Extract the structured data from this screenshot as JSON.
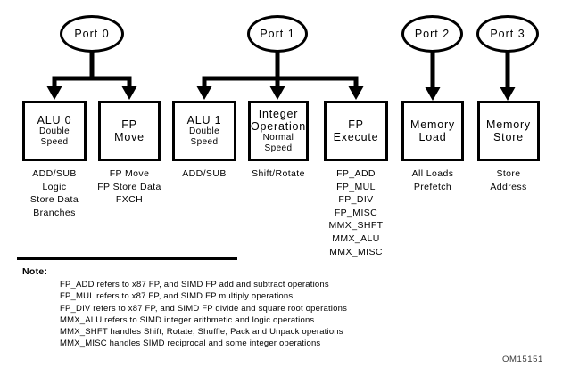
{
  "figure": {
    "colors": {
      "ink": "#000000",
      "background": "#ffffff"
    },
    "ports": [
      {
        "label": "Port 0"
      },
      {
        "label": "Port 1"
      },
      {
        "label": "Port 2"
      },
      {
        "label": "Port 3"
      }
    ],
    "units": [
      {
        "title": "ALU 0",
        "subtitle": "Double\nSpeed",
        "ops": [
          "ADD/SUB",
          "Logic",
          "Store Data",
          "Branches"
        ]
      },
      {
        "title": "FP\nMove",
        "ops": [
          "FP Move",
          "FP Store Data",
          "FXCH"
        ]
      },
      {
        "title": "ALU 1",
        "subtitle": "Double\nSpeed",
        "ops": [
          "ADD/SUB"
        ]
      },
      {
        "title": "Integer\nOperation",
        "subtitle": "Normal\nSpeed",
        "ops": [
          "Shift/Rotate"
        ]
      },
      {
        "title": "FP\nExecute",
        "ops": [
          "FP_ADD",
          "FP_MUL",
          "FP_DIV",
          "FP_MISC",
          "MMX_SHFT",
          "MMX_ALU",
          "MMX_MISC"
        ]
      },
      {
        "title": "Memory\nLoad",
        "ops": [
          "All Loads",
          "Prefetch"
        ]
      },
      {
        "title": "Memory\nStore",
        "ops": [
          "Store",
          "Address"
        ]
      }
    ],
    "note": {
      "heading": "Note:",
      "lines": [
        "FP_ADD refers to x87 FP, and SIMD FP add and subtract operations",
        "FP_MUL refers to x87 FP, and SIMD FP multiply operations",
        "FP_DIV refers to x87 FP, and SIMD FP divide and square root operations",
        "MMX_ALU refers to SIMD integer arithmetic and logic operations",
        "MMX_SHFT handles Shift, Rotate, Shuffle, Pack and Unpack operations",
        "MMX_MISC handles SIMD reciprocal and some integer operations"
      ]
    },
    "figure_id": "OM15151"
  }
}
